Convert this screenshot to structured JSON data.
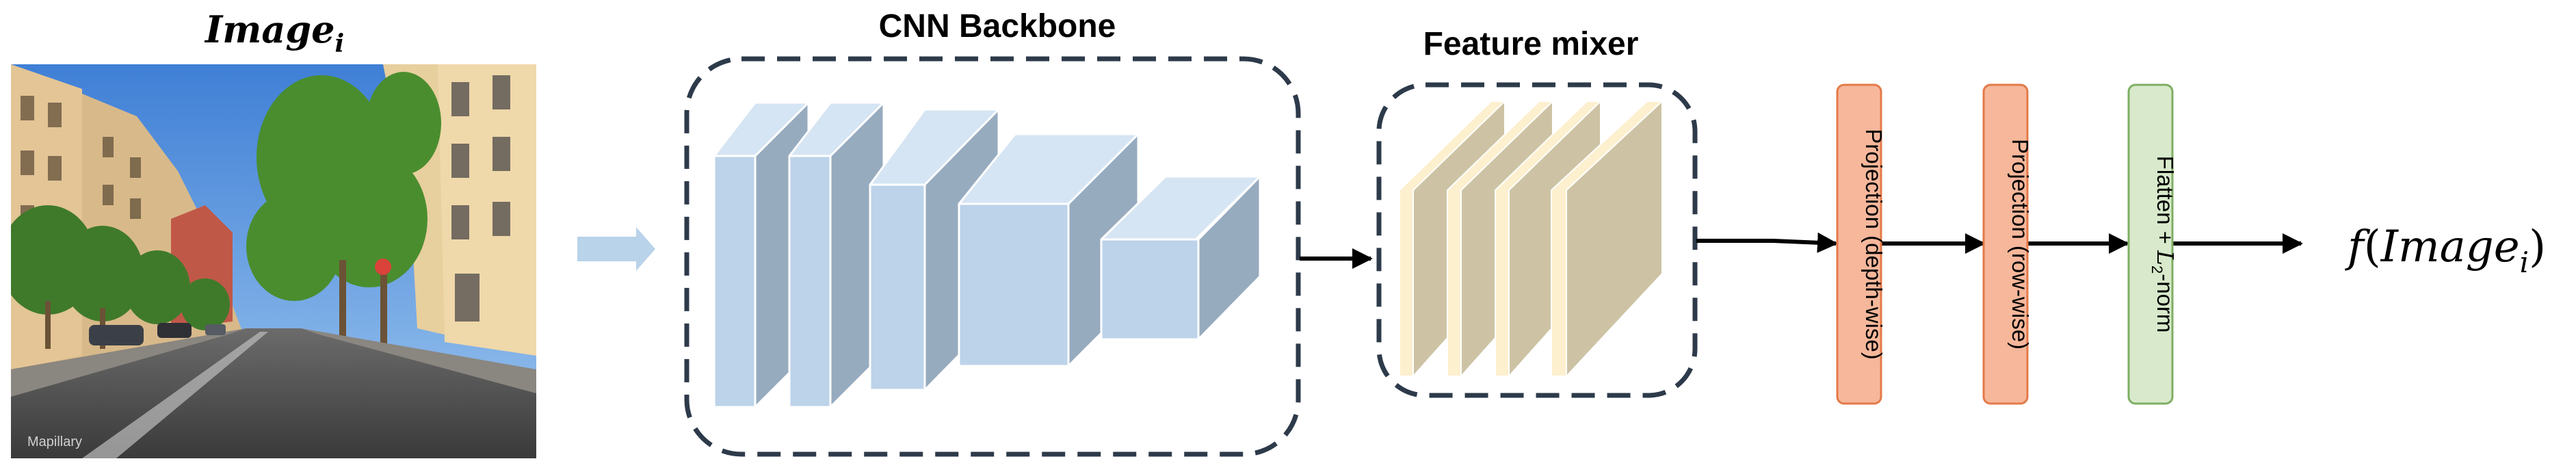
{
  "input": {
    "title_main": "Image",
    "title_sub": "i",
    "photo_watermark": "Mapillary"
  },
  "backbone": {
    "title": "CNN Backbone"
  },
  "mixer": {
    "title": "Feature mixer"
  },
  "blocks": {
    "projection_depth": "Projection (depth-wise)",
    "projection_row": "Projection (row-wise)",
    "flatten_prefix": "Flatten + ",
    "flatten_L": "L",
    "flatten_sub": "2",
    "flatten_suffix": "-norm"
  },
  "output": {
    "f": "f",
    "open": "(",
    "main": "Image",
    "sub": "i",
    "close": ")"
  },
  "colors": {
    "cube_front": "#bcd3ea",
    "cube_top": "#d6e5f3",
    "cube_side": "#97abbf",
    "mixer_front": "#cdc3a4",
    "mixer_edge": "#fdf0cf",
    "projection_fill": "#f6b79b",
    "projection_stroke": "#e37a49",
    "flatten_fill": "#d8eacb",
    "flatten_stroke": "#7fae63",
    "dashed_box": "#2d3a4a",
    "input_arrow": "#b9d3ea"
  }
}
